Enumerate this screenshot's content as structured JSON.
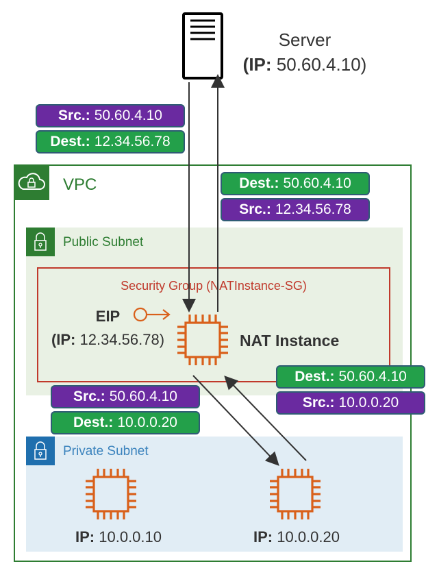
{
  "server": {
    "title": "Server",
    "ip_prefix": "(IP:",
    "ip_value": "50.60.4.10)"
  },
  "vpc": {
    "label": "VPC"
  },
  "public_subnet": {
    "label": "Public Subnet"
  },
  "private_subnet": {
    "label": "Private Subnet"
  },
  "security_group": {
    "label": "Security Group (NATInstance-SG)"
  },
  "eip": {
    "title": "EIP",
    "ip_prefix": "(IP:",
    "ip_value": "12.34.56.78)"
  },
  "nat_instance": {
    "label": "NAT Instance"
  },
  "instances": [
    {
      "ip_prefix": "IP:",
      "ip_value": "10.0.0.10"
    },
    {
      "ip_prefix": "IP:",
      "ip_value": "10.0.0.20"
    }
  ],
  "packets": {
    "server_to_nat": [
      {
        "key": "Src.:",
        "value": "50.60.4.10",
        "color": "#6a2aa0"
      },
      {
        "key": "Dest.:",
        "value": "12.34.56.78",
        "color": "#23a04a"
      }
    ],
    "nat_to_server": [
      {
        "key": "Dest.:",
        "value": "50.60.4.10",
        "color": "#23a04a"
      },
      {
        "key": "Src.:",
        "value": "12.34.56.78",
        "color": "#6a2aa0"
      }
    ],
    "nat_to_private": [
      {
        "key": "Src.:",
        "value": "50.60.4.10",
        "color": "#6a2aa0"
      },
      {
        "key": "Dest.:",
        "value": "10.0.0.20",
        "color": "#23a04a"
      }
    ],
    "private_to_nat": [
      {
        "key": "Dest.:",
        "value": "50.60.4.10",
        "color": "#23a04a"
      },
      {
        "key": "Src.:",
        "value": "10.0.0.20",
        "color": "#6a2aa0"
      }
    ]
  },
  "colors": {
    "vpc_green": "#2e7d32",
    "private_blue": "#1f6fae",
    "sg_red": "#c0392b",
    "chip_orange": "#d9601a"
  }
}
